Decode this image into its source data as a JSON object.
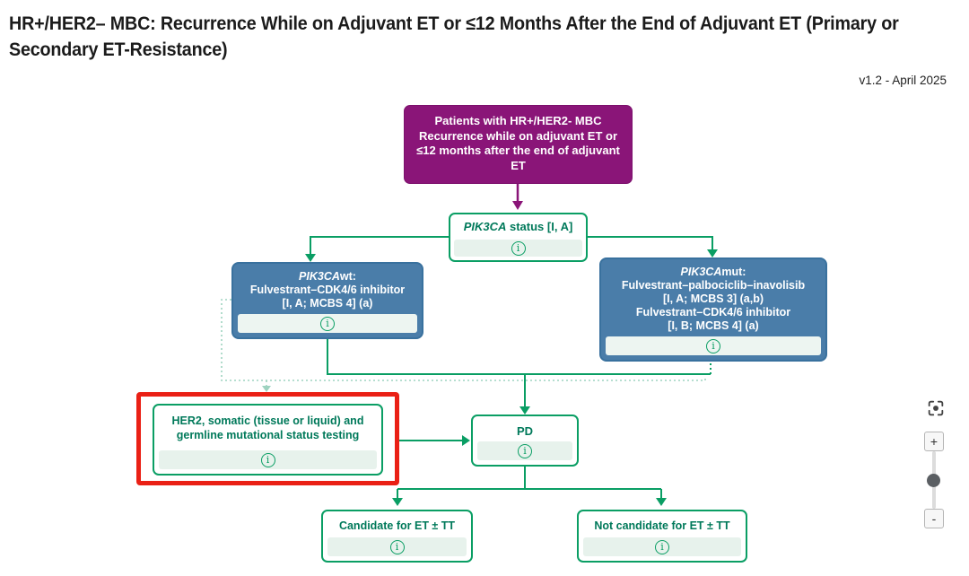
{
  "header": {
    "title_line1": "HR+/HER2– MBC: Recurrence While on Adjuvant ET or ≤12 Months After the End of Adjuvant ET (Primary or",
    "title_line2": "Secondary ET-Resistance)",
    "version": "v1.2 - April 2025"
  },
  "colors": {
    "purple": "#8a1578",
    "blue": "#4a7da9",
    "blue_border": "#39719e",
    "green_line": "#0a9e64",
    "green_text": "#00795a",
    "strip_green": "#e7f2ec",
    "red_highlight": "#ea2015",
    "faint_dotted": "#9ed3c0"
  },
  "flowchart": {
    "patients": {
      "lines": [
        "Patients with HR+/HER2- MBC",
        "Recurrence while on adjuvant ET or",
        "≤12 months after the end of adjuvant",
        "ET"
      ]
    },
    "pik3ca_status": {
      "italic": "PIK3CA",
      "rest": " status [I, A]"
    },
    "pik3ca_wt": {
      "italic": "PIK3CA",
      "rest": "wt:",
      "lines": [
        "Fulvestrant–CDK4/6 inhibitor",
        "[I, A; MCBS 4] (a)"
      ]
    },
    "pik3ca_mut": {
      "italic": "PIK3CA",
      "rest": "mut:",
      "lines": [
        "Fulvestrant–palbociclib–inavolisib",
        "[I, A; MCBS 3] (a,b)",
        "Fulvestrant–CDK4/6 inhibitor",
        "[I, B; MCBS 4] (a)"
      ]
    },
    "her2_testing": {
      "lines": [
        "HER2, somatic (tissue or liquid) and",
        "germline mutational status testing"
      ]
    },
    "pd": {
      "label": "PD"
    },
    "candidate": {
      "label": "Candidate for ET ± TT"
    },
    "not_candidate": {
      "label": "Not candidate for ET ± TT"
    },
    "info_icon_glyph": "i"
  },
  "controls": {
    "zoom_in": "+",
    "zoom_out": "-"
  }
}
